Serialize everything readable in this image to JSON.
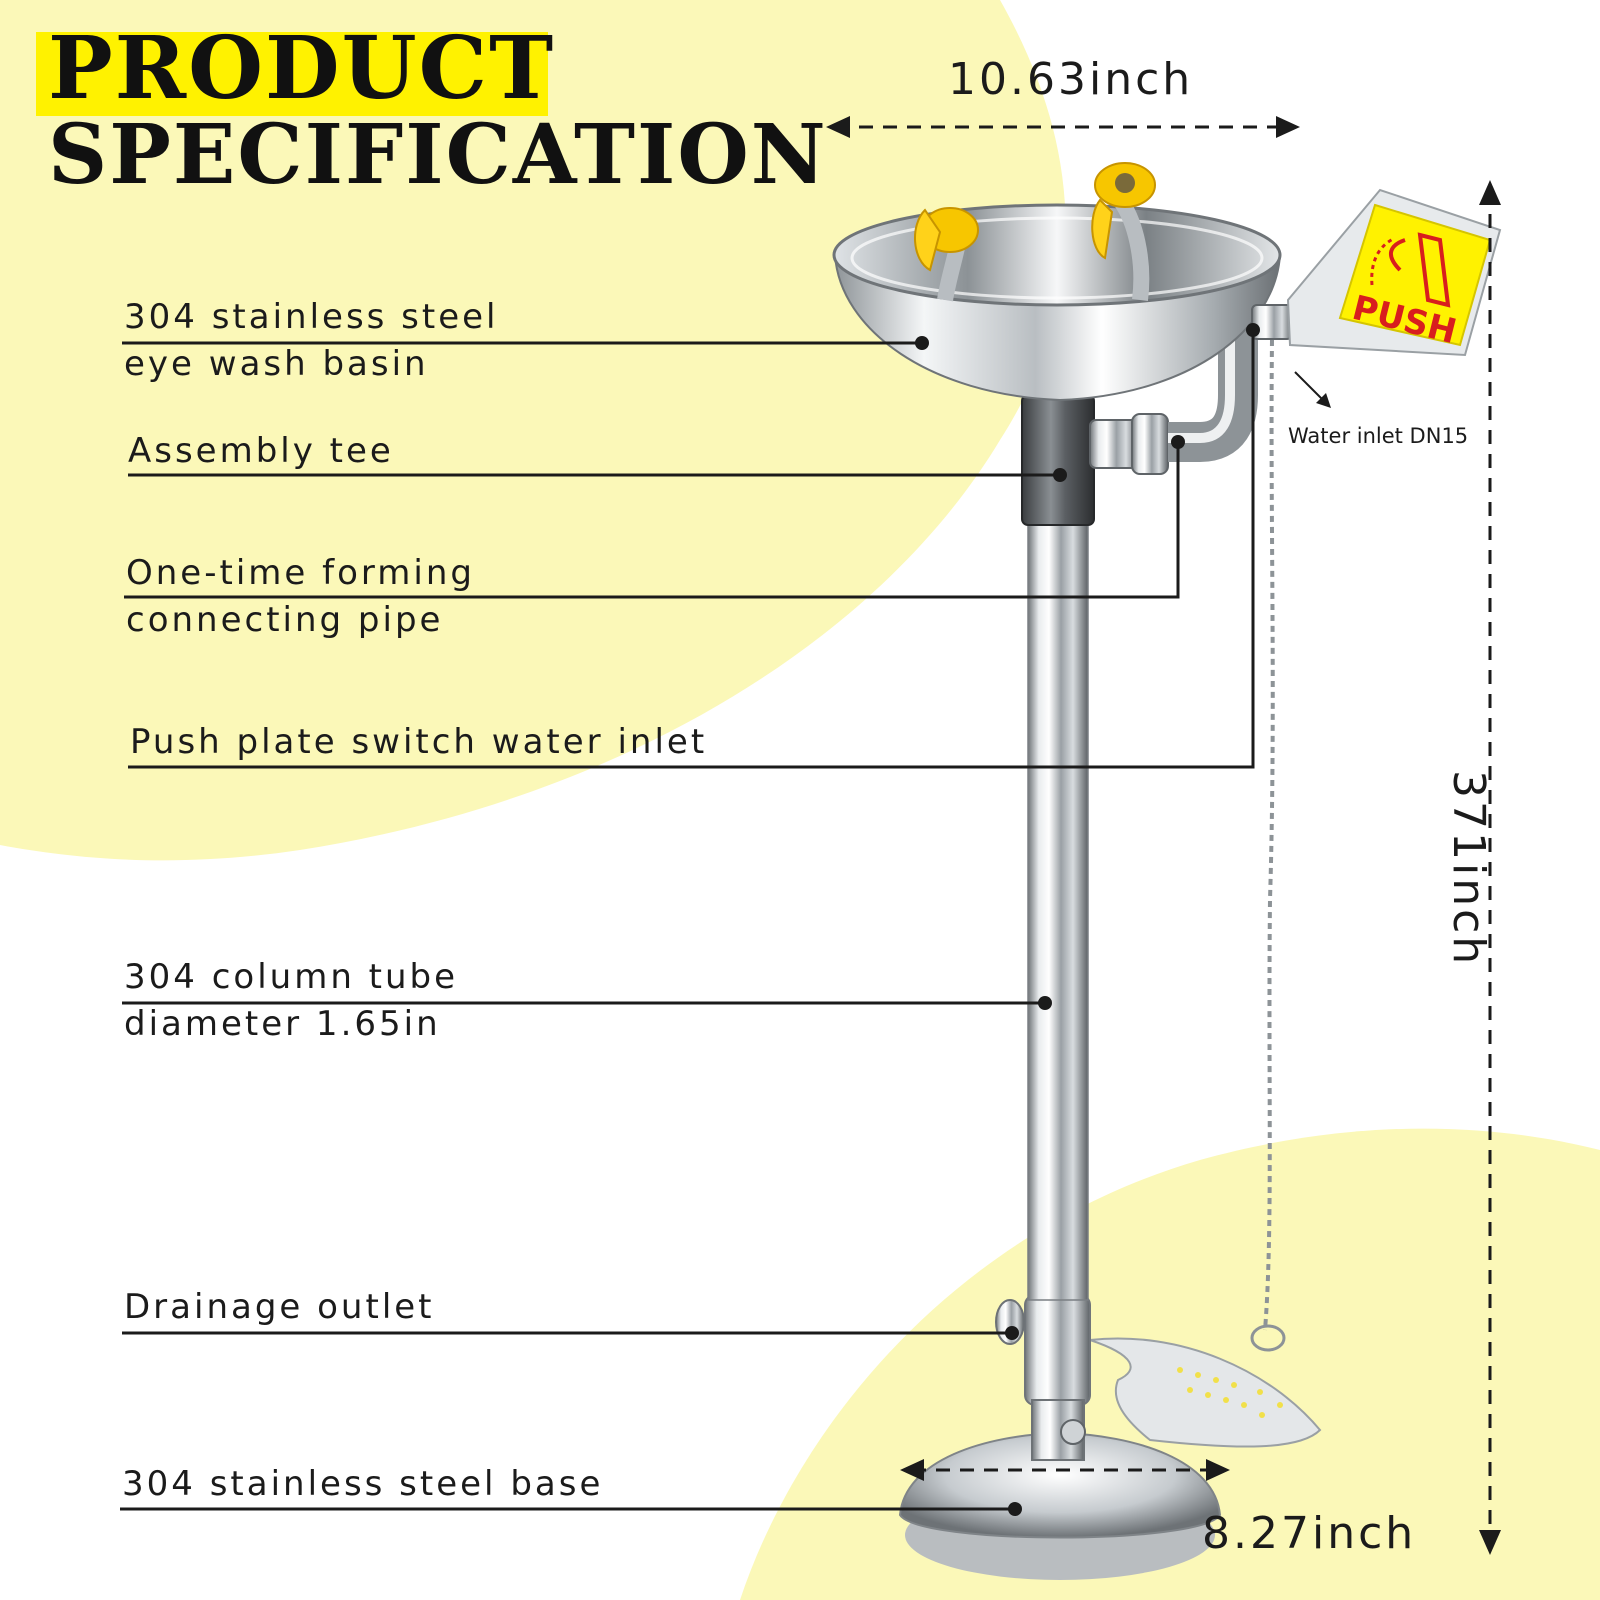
{
  "header": {
    "title_line1": "PRODUCT",
    "title_line2": "SPECIFICATION"
  },
  "colors": {
    "accent_yellow": "#fff200",
    "background_yellow": "#fbf8b8",
    "text": "#1b1b1b"
  },
  "dimensions": {
    "basin_width": "10.63inch",
    "total_height": "371inch",
    "base_width": "8.27inch",
    "inlet_note": "Water inlet DN15"
  },
  "push_plate": {
    "label": "PUSH"
  },
  "callouts": [
    {
      "line1": "304 stainless steel",
      "line2": "eye wash basin"
    },
    {
      "line1": "Assembly tee",
      "line2": ""
    },
    {
      "line1": "One-time forming",
      "line2": "connecting pipe"
    },
    {
      "line1": "Push plate switch water inlet",
      "line2": ""
    },
    {
      "line1": "304 column tube",
      "line2": "diameter 1.65in"
    },
    {
      "line1": "Drainage outlet",
      "line2": ""
    },
    {
      "line1": "304 stainless steel base",
      "line2": ""
    }
  ]
}
